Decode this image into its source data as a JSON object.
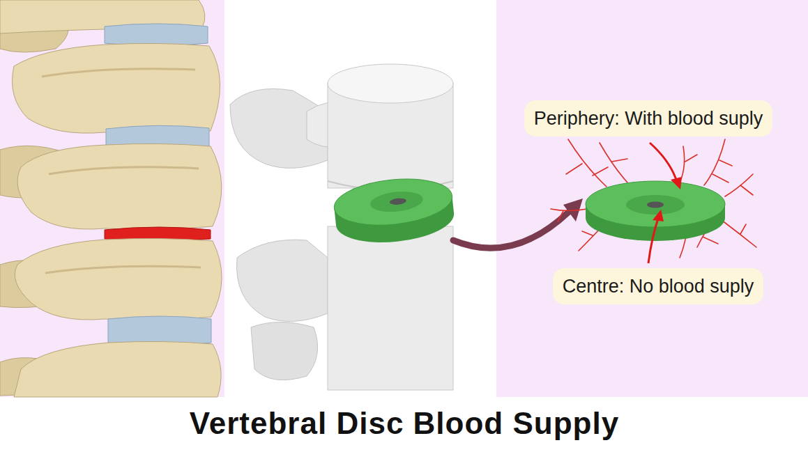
{
  "diagram": {
    "title": "Vertebral Disc Blood Supply",
    "nodes": [
      {
        "text": [
          "Periphery: With blood suply"
        ]
      },
      {
        "text": [
          "Centre: No blood suply"
        ]
      }
    ]
  }
}
